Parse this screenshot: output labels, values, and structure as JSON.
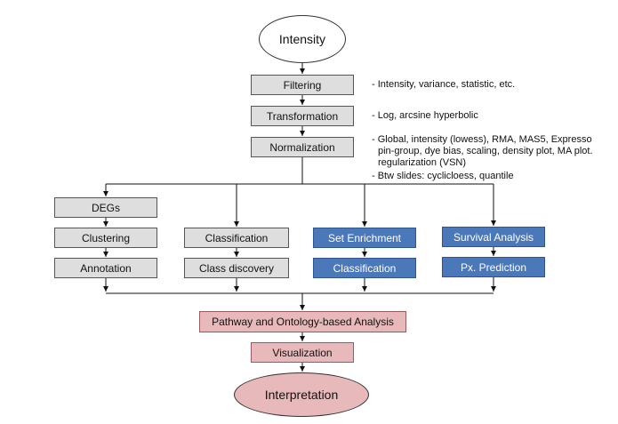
{
  "nodes": {
    "intensity": "Intensity",
    "filtering": "Filtering",
    "transformation": "Transformation",
    "normalization": "Normalization",
    "degs": "DEGs",
    "clustering": "Clustering",
    "annotation": "Annotation",
    "classification_a": "Classification",
    "class_discovery": "Class discovery",
    "set_enrichment": "Set Enrichment",
    "classification_b": "Classification",
    "survival_analysis": "Survival Analysis",
    "px_prediction": "Px. Prediction",
    "pathway": "Pathway and Ontology-based Analysis",
    "visualization": "Visualization",
    "interpretation": "Interpretation"
  },
  "notes": {
    "filtering": "- Intensity, variance, statistic, etc.",
    "transformation": "- Log, arcsine hyperbolic",
    "normalization_1": "- Global, intensity (lowess), RMA, MAS5, Expresso",
    "normalization_2": "pin-group, dye bias, scaling, density plot, MA plot.",
    "normalization_3": "regularization (VSN)",
    "normalization_4": "- Btw slides: cyclicloess, quantile"
  },
  "colors": {
    "gray_box": "#dedede",
    "blue_box": "#4a78b8",
    "pink_box": "#e8b9bb",
    "line": "#111111"
  }
}
